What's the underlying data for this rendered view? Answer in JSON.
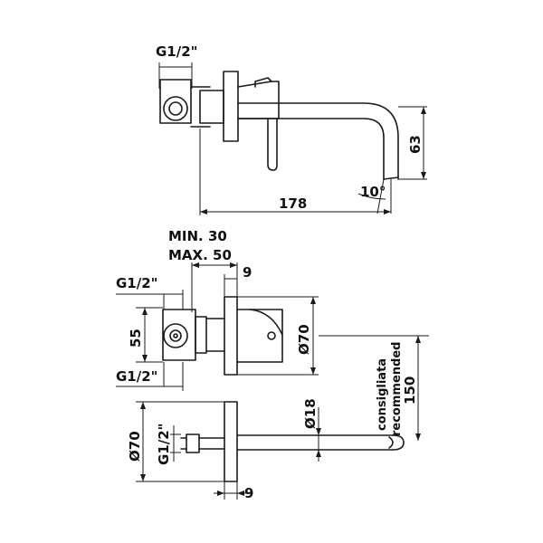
{
  "side_view": {
    "thread_label": "G1/2\"",
    "height_label": "63",
    "length_label": "178",
    "angle_label": "10°"
  },
  "front_view": {
    "depth_min_label": "MIN. 30",
    "depth_max_label": "MAX. 50",
    "plate_thickness_label": "9",
    "thread_top_label": "G1/2\"",
    "body_height_label": "55",
    "plate_diameter_label": "Ø70",
    "thread_bottom_label": "G1/2\"",
    "recommended_distance_label": "150",
    "recommended_it": "consigliata",
    "recommended_en": "recommended"
  },
  "spout_view": {
    "plate_diameter_label": "Ø70",
    "thread_label": "G1/2\"",
    "spout_diameter_label": "Ø18",
    "plate_thickness_label": "9"
  },
  "colors": {
    "line": "#1a1a1a",
    "background": "#ffffff"
  }
}
